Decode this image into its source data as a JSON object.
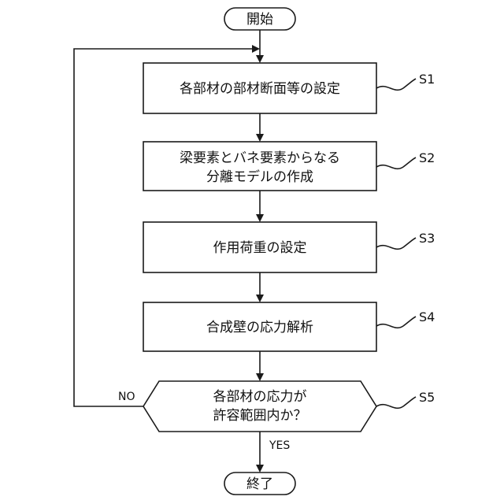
{
  "flowchart": {
    "start": {
      "label": "開始"
    },
    "end": {
      "label": "終了"
    },
    "steps": [
      {
        "id": "S1",
        "lines": [
          "各部材の部材断面等の設定"
        ]
      },
      {
        "id": "S2",
        "lines": [
          "梁要素とバネ要素からなる",
          "分離モデルの作成"
        ]
      },
      {
        "id": "S3",
        "lines": [
          "作用荷重の設定"
        ]
      },
      {
        "id": "S4",
        "lines": [
          "合成壁の応力解析"
        ]
      }
    ],
    "decision": {
      "id": "S5",
      "lines": [
        "各部材の応力が",
        "許容範囲内か？"
      ],
      "yes_label": "YES",
      "no_label": "NO"
    }
  }
}
